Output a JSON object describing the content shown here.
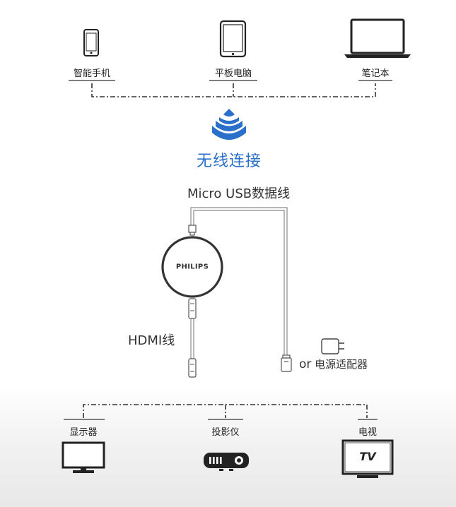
{
  "sources": [
    {
      "label": "智能手机",
      "icon": "smartphone-icon"
    },
    {
      "label": "平板电脑",
      "icon": "tablet-icon"
    },
    {
      "label": "笔记本",
      "icon": "laptop-icon"
    }
  ],
  "wireless": {
    "label": "无线连接",
    "icon": "wifi-signal-icon",
    "color": "#2a6fc9"
  },
  "cable_usb": {
    "label": "Micro USB数据线"
  },
  "device": {
    "brand": "PHILIPS"
  },
  "cable_hdmi": {
    "label": "HDMI线"
  },
  "power": {
    "or_word": "or",
    "label": "电源适配器",
    "icon": "power-adapter-icon"
  },
  "outputs": [
    {
      "label": "显示器",
      "icon": "monitor-icon"
    },
    {
      "label": "投影仪",
      "icon": "projector-icon"
    },
    {
      "label": "电视",
      "icon": "tv-icon",
      "screen_text": "TV"
    }
  ]
}
